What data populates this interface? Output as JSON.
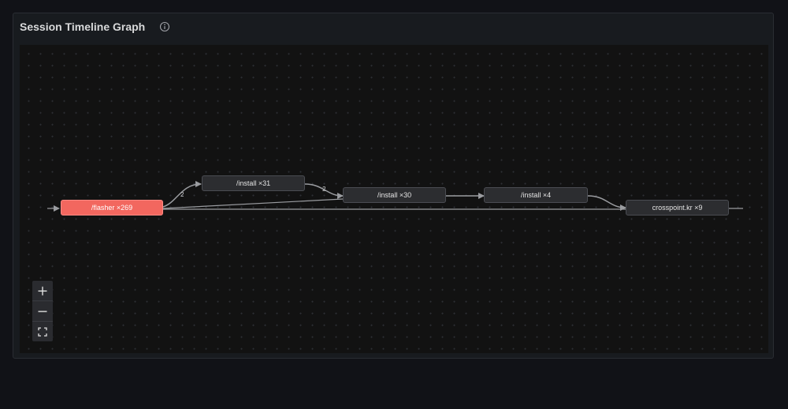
{
  "panel": {
    "title": "Session Timeline Graph",
    "info_icon": "info-circle-icon"
  },
  "graph": {
    "nodes": [
      {
        "id": "flasher",
        "label": "/flasher ×269",
        "highlighted": true
      },
      {
        "id": "install31",
        "label": "/install ×31",
        "highlighted": false
      },
      {
        "id": "install30",
        "label": "/install ×30",
        "highlighted": false
      },
      {
        "id": "install4",
        "label": "/install ×4",
        "highlighted": false
      },
      {
        "id": "crosspoint",
        "label": "crosspoint.kr ×9",
        "highlighted": false
      }
    ],
    "edges": [
      {
        "from": "flasher",
        "to": "install31",
        "label": "2"
      },
      {
        "from": "install31",
        "to": "install30",
        "label": "2"
      },
      {
        "from": "flasher",
        "to": "install30",
        "label": ""
      },
      {
        "from": "install30",
        "to": "install4",
        "label": ""
      },
      {
        "from": "install4",
        "to": "crosspoint",
        "label": ""
      },
      {
        "from": "flasher",
        "to": "crosspoint",
        "label": ""
      }
    ],
    "colors": {
      "highlight": "#f2675f",
      "node": "#2c2d30",
      "edge": "#9a9ca0"
    }
  },
  "controls": {
    "zoom_in_icon": "plus-icon",
    "zoom_out_icon": "minus-icon",
    "fit_icon": "fullscreen-icon"
  }
}
